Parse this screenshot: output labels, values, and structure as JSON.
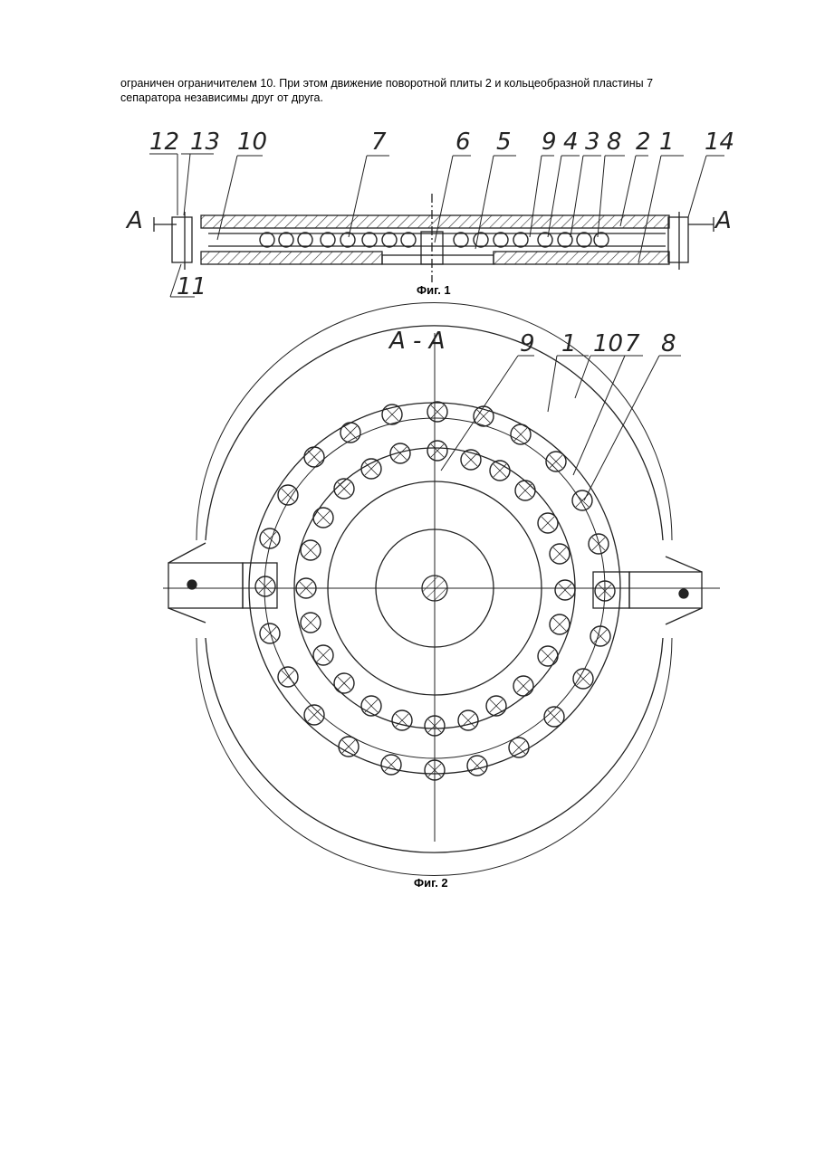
{
  "text": {
    "line1": "ограничен ограничителем 10. При этом движение поворотной плиты 2 и кольцеобразной пластины 7",
    "line2": "сепаратора независимы друг от друга."
  },
  "fig1": {
    "caption": "Фиг. 1",
    "callouts": [
      "12",
      "13",
      "10",
      "7",
      "6",
      "5",
      "9",
      "4",
      "3",
      "8",
      "2",
      "1",
      "14",
      "11"
    ],
    "section_mark": "A"
  },
  "fig2": {
    "caption": "Фиг. 2",
    "section_title": "A - A",
    "callouts": [
      "9",
      "1",
      "10",
      "7",
      "8"
    ]
  }
}
